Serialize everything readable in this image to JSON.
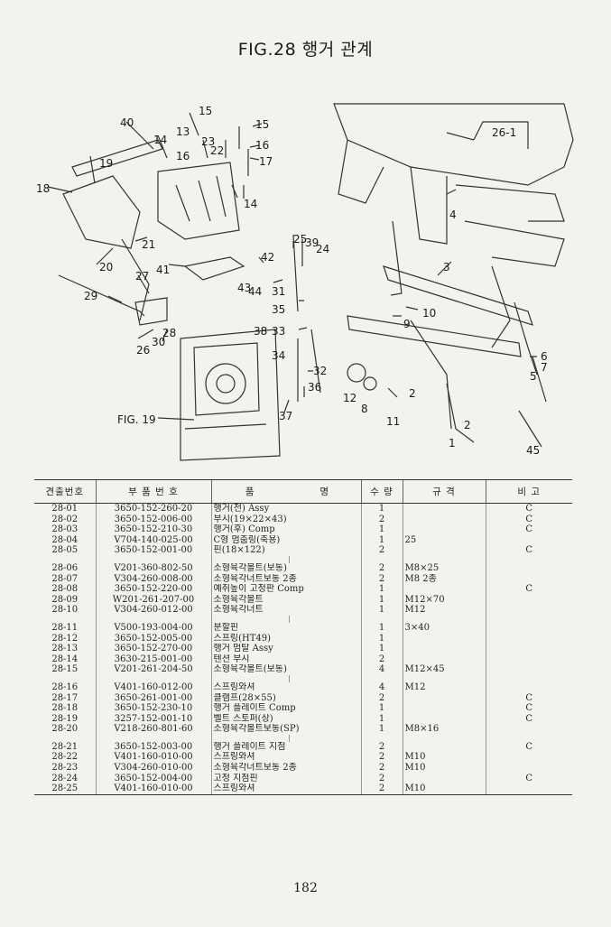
{
  "title": "FIG.28 행거 관계",
  "page_number": "182",
  "callouts": {
    "c1": "1",
    "c2": "2",
    "c3": "3",
    "c4": "4",
    "c5": "5",
    "c6": "6",
    "c7": "7",
    "c8": "8",
    "c9": "9",
    "c10": "10",
    "c11": "11",
    "c12": "12",
    "c13": "13",
    "c14": "14",
    "c14b": "14",
    "c15": "15",
    "c15b": "15",
    "c16": "16",
    "c16b": "16",
    "c17": "17",
    "c18": "18",
    "c19": "19",
    "c20": "20",
    "c21": "21",
    "c22": "22",
    "c23": "23",
    "c24": "24",
    "c25": "25",
    "c26": "26",
    "c261": "26-1",
    "c27": "27",
    "c28": "28",
    "c29": "29",
    "c30": "30",
    "c31": "31",
    "c32": "32",
    "c33": "33",
    "c34": "34",
    "c35": "35",
    "c36": "36",
    "c37": "37",
    "c38": "38",
    "c39": "39",
    "c40": "40",
    "c41": "41",
    "c42": "42",
    "c43": "43",
    "c44": "44",
    "c45": "45",
    "fig19": "FIG. 19"
  },
  "table": {
    "headers": [
      "견출번호",
      "부 품 번 호",
      "품",
      "명",
      "수 량",
      "규 격",
      "비 고"
    ],
    "groups": [
      [
        [
          "28-01",
          "3650-152-260-20",
          "행거(전) Assy",
          "1",
          "",
          "C"
        ],
        [
          "28-02",
          "3650-152-006-00",
          "부시(19×22×43)",
          "2",
          "",
          "C"
        ],
        [
          "28-03",
          "3650-152-210-30",
          "행거(후) Comp",
          "1",
          "",
          "C"
        ],
        [
          "28-04",
          "V704-140-025-00",
          "C형 멈춤링(축용)",
          "1",
          "25",
          ""
        ],
        [
          "28-05",
          "3650-152-001-00",
          "핀(18×122)",
          "2",
          "",
          "C"
        ]
      ],
      [
        [
          "28-06",
          "V201-360-802-50",
          "소형육각볼트(보통)",
          "2",
          "M8×25",
          ""
        ],
        [
          "28-07",
          "V304-260-008-00",
          "소형육각너트보통 2종",
          "2",
          "M8 2종",
          ""
        ],
        [
          "28-08",
          "3650-152-220-00",
          "예취높이 고정판 Comp",
          "1",
          "",
          "C"
        ],
        [
          "28-09",
          "W201-261-207-00",
          "소형육각볼트",
          "1",
          "M12×70",
          ""
        ],
        [
          "28-10",
          "V304-260-012-00",
          "소형육각너트",
          "1",
          "M12",
          ""
        ]
      ],
      [
        [
          "28-11",
          "V500-193-004-00",
          "분할핀",
          "1",
          "3×40",
          ""
        ],
        [
          "28-12",
          "3650-152-005-00",
          "스프링(HT49)",
          "1",
          "",
          ""
        ],
        [
          "28-13",
          "3650-152-270-00",
          "행거 멈탈 Assy",
          "1",
          "",
          ""
        ],
        [
          "28-14",
          "3630-215-001-00",
          "텐션 부시",
          "2",
          "",
          ""
        ],
        [
          "28-15",
          "V201-261-204-50",
          "소형육각볼트(보통)",
          "4",
          "M12×45",
          ""
        ]
      ],
      [
        [
          "28-16",
          "V401-160-012-00",
          "스프링와셔",
          "4",
          "M12",
          ""
        ],
        [
          "28-17",
          "3650-261-001-00",
          "클램프(28×55)",
          "2",
          "",
          "C"
        ],
        [
          "28-18",
          "3650-152-230-10",
          "행거 플레이트 Comp",
          "1",
          "",
          "C"
        ],
        [
          "28-19",
          "3257-152-001-10",
          "벨트 스토퍼(상)",
          "1",
          "",
          "C"
        ],
        [
          "28-20",
          "V218-260-801-60",
          "소형육각볼트보통(SP)",
          "1",
          "M8×16",
          ""
        ]
      ],
      [
        [
          "28-21",
          "3650-152-003-00",
          "행거 플레이트 지점",
          "2",
          "",
          "C"
        ],
        [
          "28-22",
          "V401-160-010-00",
          "스프링와셔",
          "2",
          "M10",
          ""
        ],
        [
          "28-23",
          "V304-260-010-00",
          "소형육각너트보통 2종",
          "2",
          "M10",
          ""
        ],
        [
          "28-24",
          "3650-152-004-00",
          "고정 지점핀",
          "2",
          "",
          "C"
        ],
        [
          "28-25",
          "V401-160-010-00",
          "스프링와셔",
          "2",
          "M10",
          ""
        ]
      ]
    ]
  }
}
